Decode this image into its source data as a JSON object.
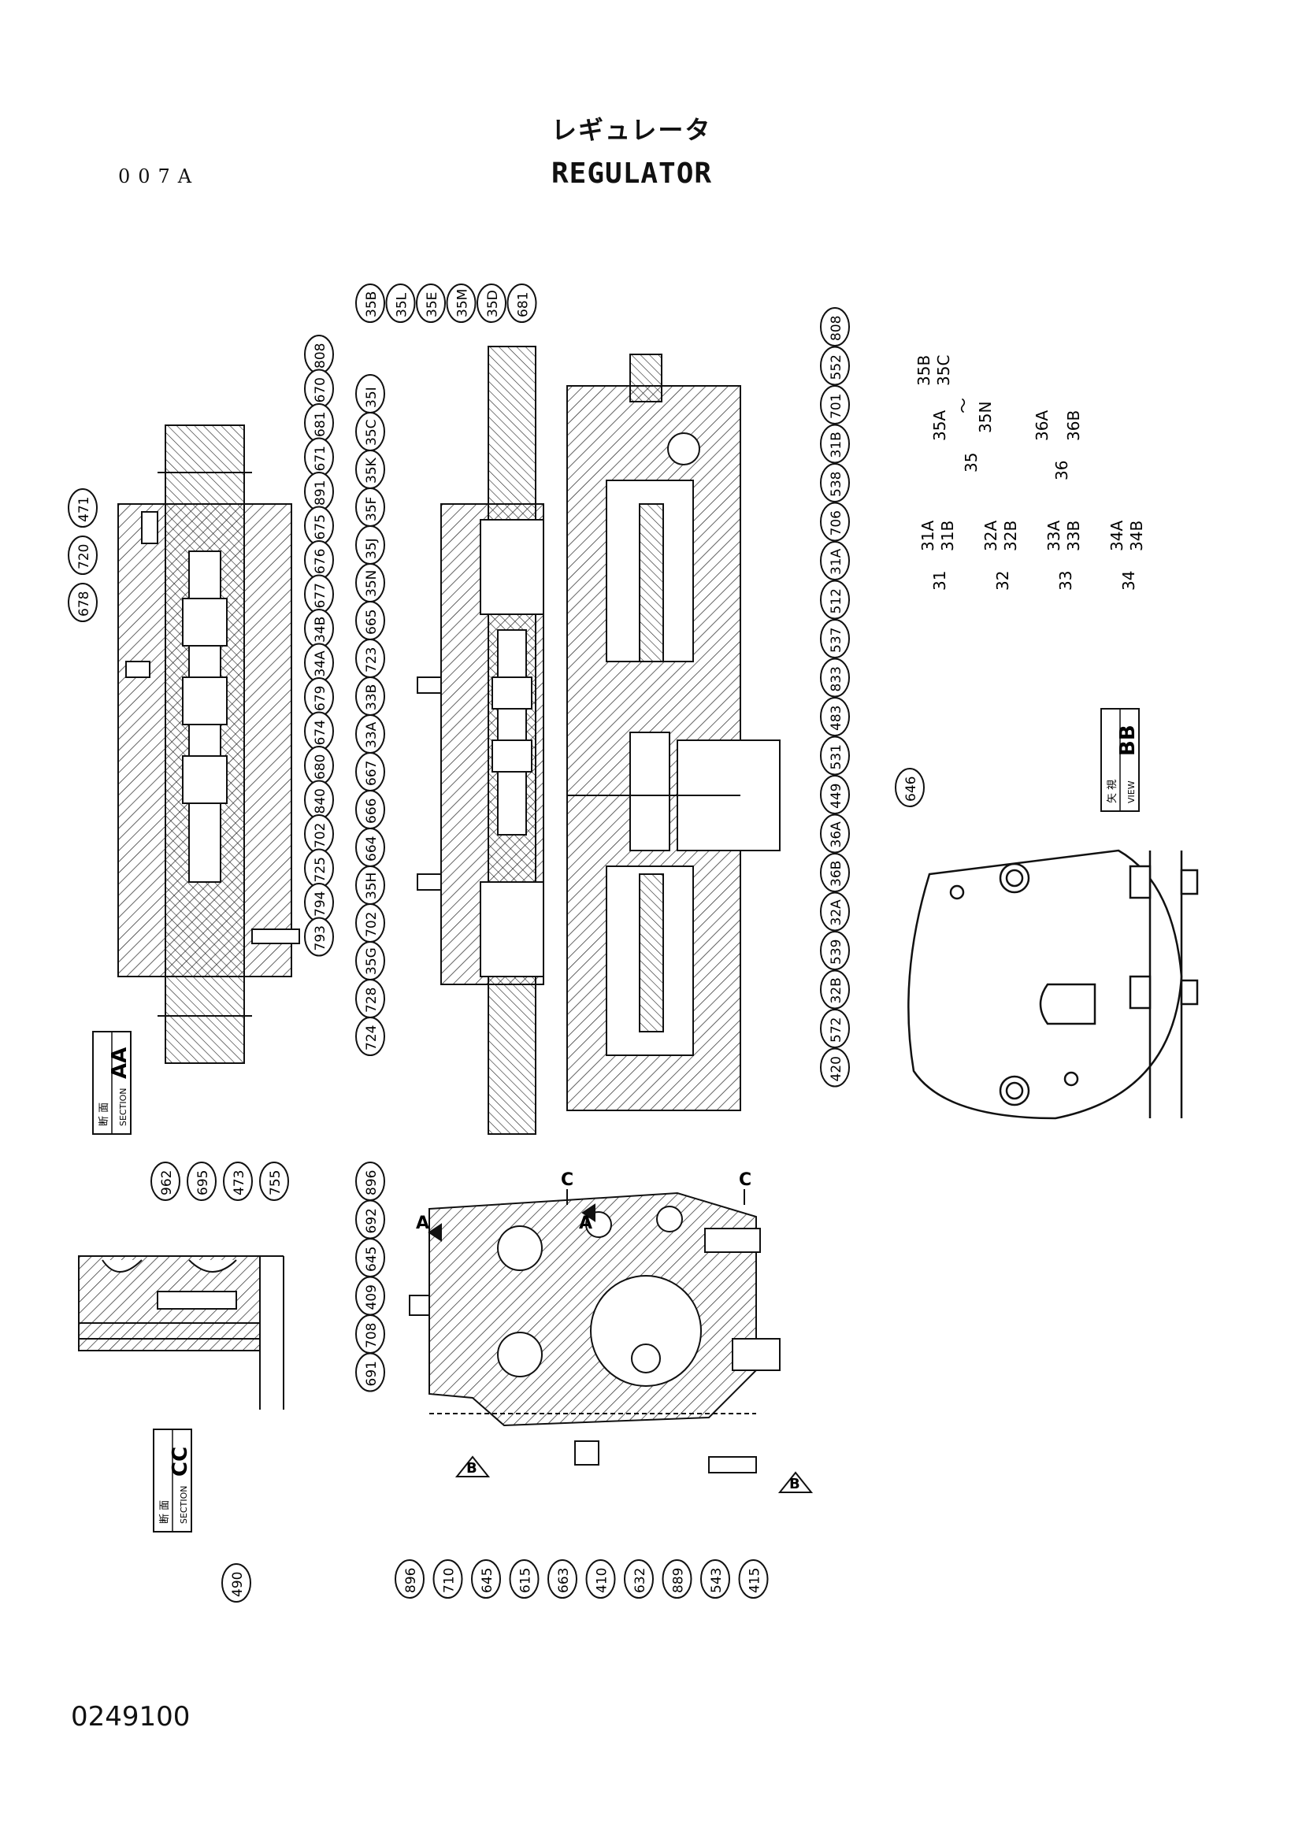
{
  "header": {
    "title_jp": "レギュレータ",
    "title_en": "REGULATOR",
    "sheet_code": "007A",
    "drawing_number": "0249100"
  },
  "sections": {
    "aa": {
      "word_jp": "断 面",
      "word_en": "SECTION",
      "letters": "AA"
    },
    "bb": {
      "word_jp": "矢 視",
      "word_en": "VIEW",
      "letters": "BB"
    },
    "cc": {
      "word_jp": "断 面",
      "word_en": "SECTION",
      "letters": "CC"
    }
  },
  "callouts": {
    "aa_right": [
      "808",
      "670",
      "681",
      "671",
      "891",
      "675",
      "676",
      "677",
      "34B",
      "34A",
      "679",
      "674",
      "680",
      "840",
      "702",
      "725",
      "794",
      "793"
    ],
    "aa_left": [
      "471",
      "720",
      "678"
    ],
    "mid_top": [
      "35B",
      "35L",
      "35E",
      "35M",
      "35D",
      "681"
    ],
    "mid_right": [
      "35I",
      "35C",
      "35K",
      "35F",
      "35J",
      "35N",
      "665",
      "723",
      "33B",
      "33A",
      "667",
      "666",
      "664",
      "35H",
      "702",
      "35G",
      "728",
      "724"
    ],
    "right_col": [
      "808",
      "552",
      "701",
      "31B",
      "538",
      "706",
      "31A",
      "512",
      "537",
      "833",
      "483",
      "531",
      "449",
      "36A",
      "36B",
      "32A",
      "539",
      "32B",
      "572",
      "420"
    ],
    "cc_top": [
      "962",
      "695",
      "473",
      "755"
    ],
    "cc_bottom": [
      "490"
    ],
    "bottom_left": [
      "896",
      "692",
      "645",
      "409",
      "708",
      "691"
    ],
    "bottom_row": [
      "896",
      "710",
      "645",
      "615",
      "663",
      "410",
      "632",
      "889",
      "543",
      "415"
    ],
    "bb_view": [
      "646"
    ]
  },
  "legend": {
    "g35": {
      "parent": "35",
      "a": "35A",
      "b": "35B",
      "c": "35C",
      "tilde": "～",
      "n": "35N"
    },
    "g36": {
      "parent": "36",
      "a": "36A",
      "b": "36B"
    },
    "g31": {
      "parent": "31",
      "a": "31A",
      "b": "31B"
    },
    "g32": {
      "parent": "32",
      "a": "32A",
      "b": "32B"
    },
    "g33": {
      "parent": "33",
      "a": "33A",
      "b": "33B"
    },
    "g34": {
      "parent": "34",
      "a": "34A",
      "b": "34B"
    }
  },
  "arrow_labels": {
    "a1": "A",
    "a2": "A",
    "c1": "C",
    "c2": "C",
    "b1": "B",
    "b2": "B"
  }
}
